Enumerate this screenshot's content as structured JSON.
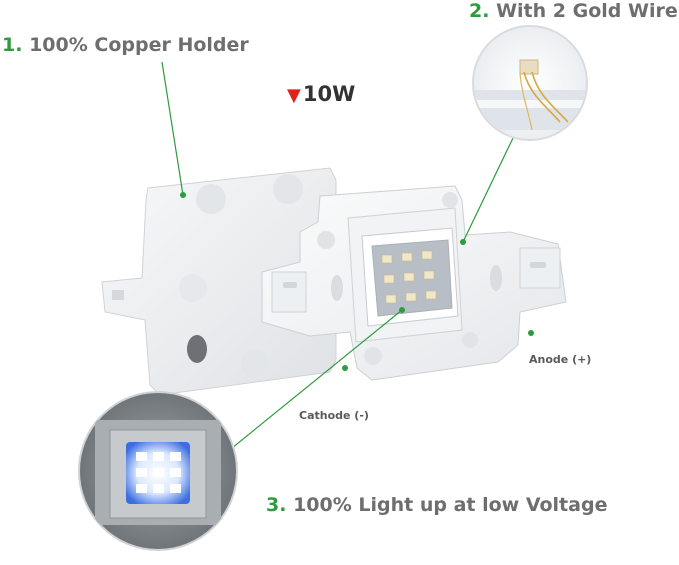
{
  "labels": {
    "copper_num": "1.",
    "copper_text": "100% Copper Holder",
    "gold_num": "2.",
    "gold_text": "With 2 Gold Wire",
    "light_num": "3.",
    "light_text": "100% Light up at low Voltage",
    "wattage": "10W",
    "anode": "Anode (+)",
    "cathode": "Cathode (-)"
  },
  "colors": {
    "accent_green": "#2e9b3e",
    "indicator_red": "#e0201a",
    "label_gray": "#6e6e6e"
  },
  "icons": {
    "wattage_marker": "red-down-triangle-icon"
  }
}
